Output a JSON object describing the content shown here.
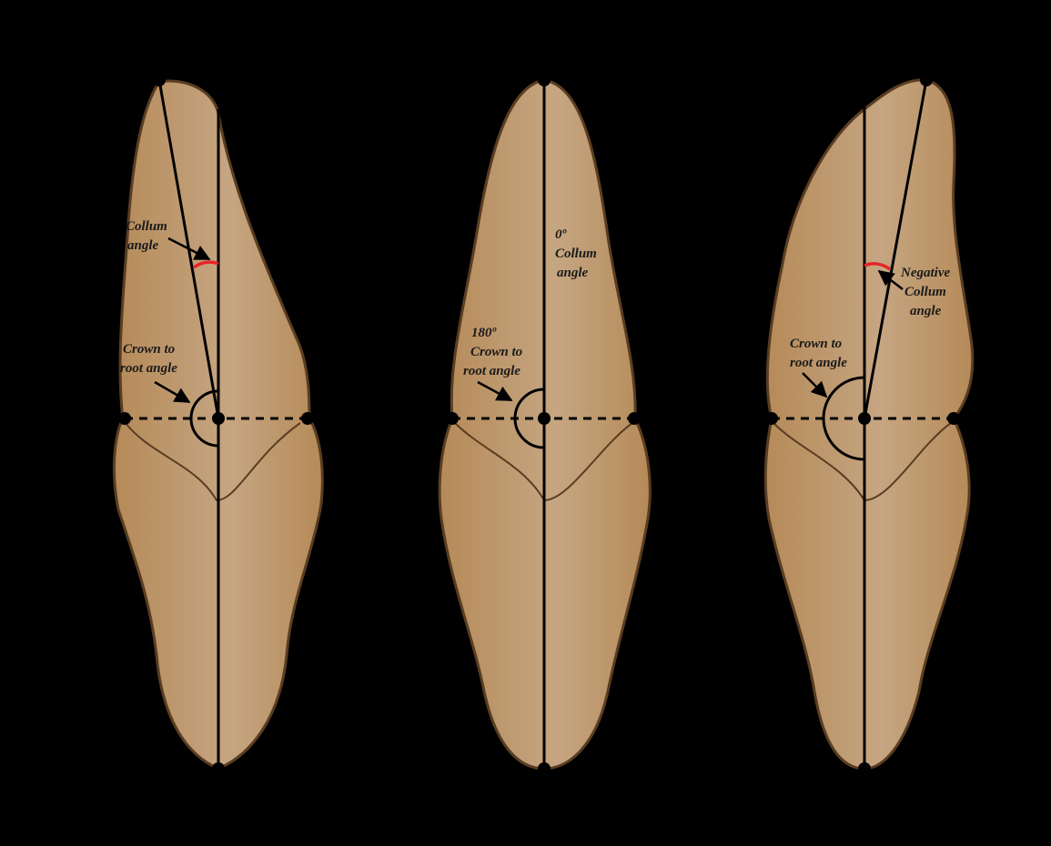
{
  "panels": [
    {
      "collum_label_line1": "Collum",
      "collum_label_line2": "angle",
      "crown_label_line1": "Crown to",
      "crown_label_line2": "root angle"
    },
    {
      "collum_label_line1": "0º",
      "collum_label_line2": "Collum",
      "collum_label_line3": "angle",
      "crown_label_line1": "180º",
      "crown_label_line2": "Crown to",
      "crown_label_line3": "root angle"
    },
    {
      "collum_label_line1": "Negative",
      "collum_label_line2": "Collum",
      "collum_label_line3": "angle",
      "crown_label_line1": "Crown to",
      "crown_label_line2": "root angle"
    }
  ],
  "colors": {
    "background": "#000000",
    "tooth_fill": "#b98e5e",
    "tooth_outline": "#5a3d22",
    "collum_angle_arc": "#e8232a"
  }
}
